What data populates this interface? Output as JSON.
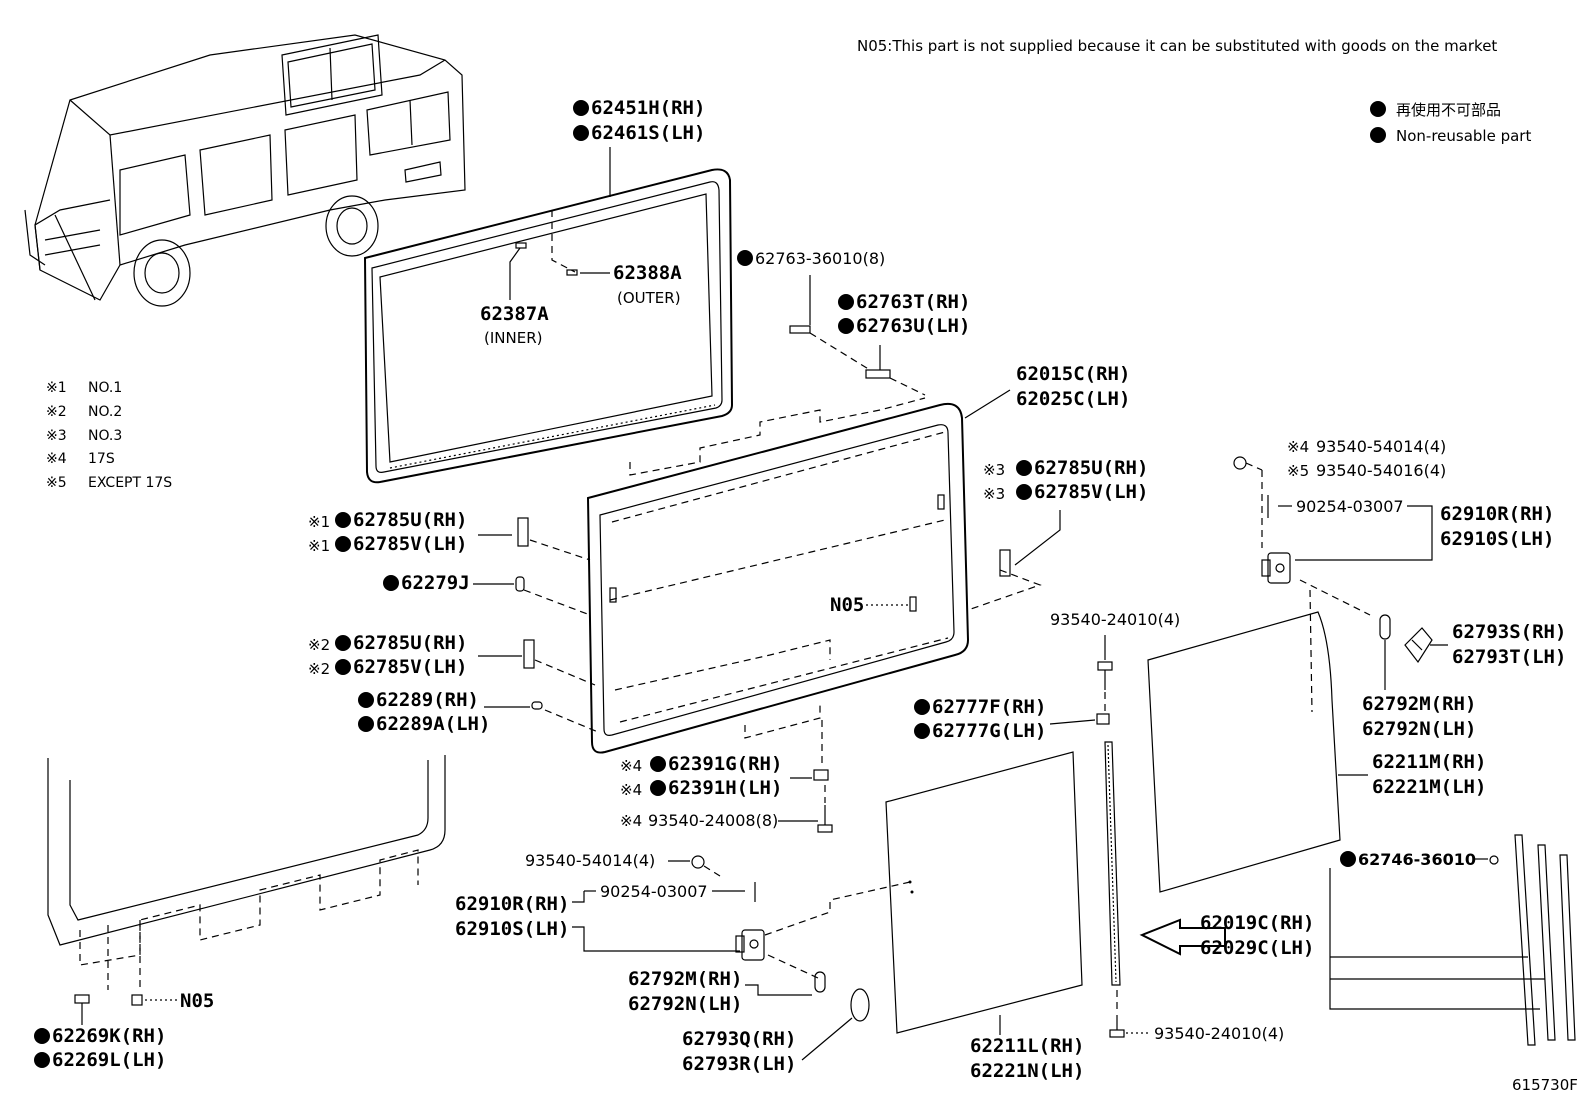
{
  "note": "N05:This part is not supplied because it can be substituted with goods on the market",
  "legend": {
    "jp": "再使用不可部品",
    "en": "Non-reusable part"
  },
  "variants": [
    {
      "mark": "※1",
      "text": "NO.1"
    },
    {
      "mark": "※2",
      "text": "NO.2"
    },
    {
      "mark": "※3",
      "text": "NO.3"
    },
    {
      "mark": "※4",
      "text": "17S"
    },
    {
      "mark": "※5",
      "text": "EXCEPT 17S"
    }
  ],
  "labels": {
    "l62451": "62451H(RH)",
    "l62461": "62461S(LH)",
    "l62388a": "62388A",
    "l62388a_sub": "(OUTER)",
    "l62387a": "62387A",
    "l62387a_sub": "(INNER)",
    "l6276336010": "62763-36010(8)",
    "l62763t": "62763T(RH)",
    "l62763u": "62763U(LH)",
    "l62015c": "62015C(RH)",
    "l62025c": "62025C(LH)",
    "l62785u_3": "62785U(RH)",
    "l62785v_3": "62785V(LH)",
    "l93540_54014_4": "93540-54014(4)",
    "l93540_54016_5": "93540-54016(4)",
    "l90254_top": "90254-03007",
    "l62910r_top": "62910R(RH)",
    "l62910s_top": "62910S(LH)",
    "l62785u_1": "62785U(RH)",
    "l62785v_1": "62785V(LH)",
    "l62279j": "62279J",
    "n05_mid": "N05",
    "l93540_24010_top": "93540-24010(4)",
    "l62793s": "62793S(RH)",
    "l62793t": "62793T(LH)",
    "l62785u_2": "62785U(RH)",
    "l62785v_2": "62785V(LH)",
    "l62289": "62289(RH)",
    "l62289a": "62289A(LH)",
    "l62777f": "62777F(RH)",
    "l62777g": "62777G(LH)",
    "l62792m_r": "62792M(RH)",
    "l62792n_r": "62792N(LH)",
    "l62391g": "62391G(RH)",
    "l62391h": "62391H(LH)",
    "l62211m": "62211M(RH)",
    "l62221m": "62221M(LH)",
    "l93540_24008": "93540-24008(8)",
    "l93540_54014_b": "93540-54014(4)",
    "l90254_bot": "90254-03007",
    "l62910r_bot": "62910R(RH)",
    "l62910s_bot": "62910S(LH)",
    "l6274636010": "62746-36010",
    "l62019c": "62019C(RH)",
    "l62029c": "62029C(LH)",
    "n05_bot": "N05",
    "l62792m_b": "62792M(RH)",
    "l62792n_b": "62792N(LH)",
    "l62269k": "62269K(RH)",
    "l62269l": "62269L(LH)",
    "l62793q": "62793Q(RH)",
    "l62793r": "62793R(LH)",
    "l62211l": "62211L(RH)",
    "l62221n": "62221N(LH)",
    "l93540_24010_bot": "93540-24010(4)",
    "mark1": "※1",
    "mark2": "※2",
    "mark3": "※3",
    "mark4": "※4",
    "mark5": "※5"
  },
  "figure_id": "615730F"
}
